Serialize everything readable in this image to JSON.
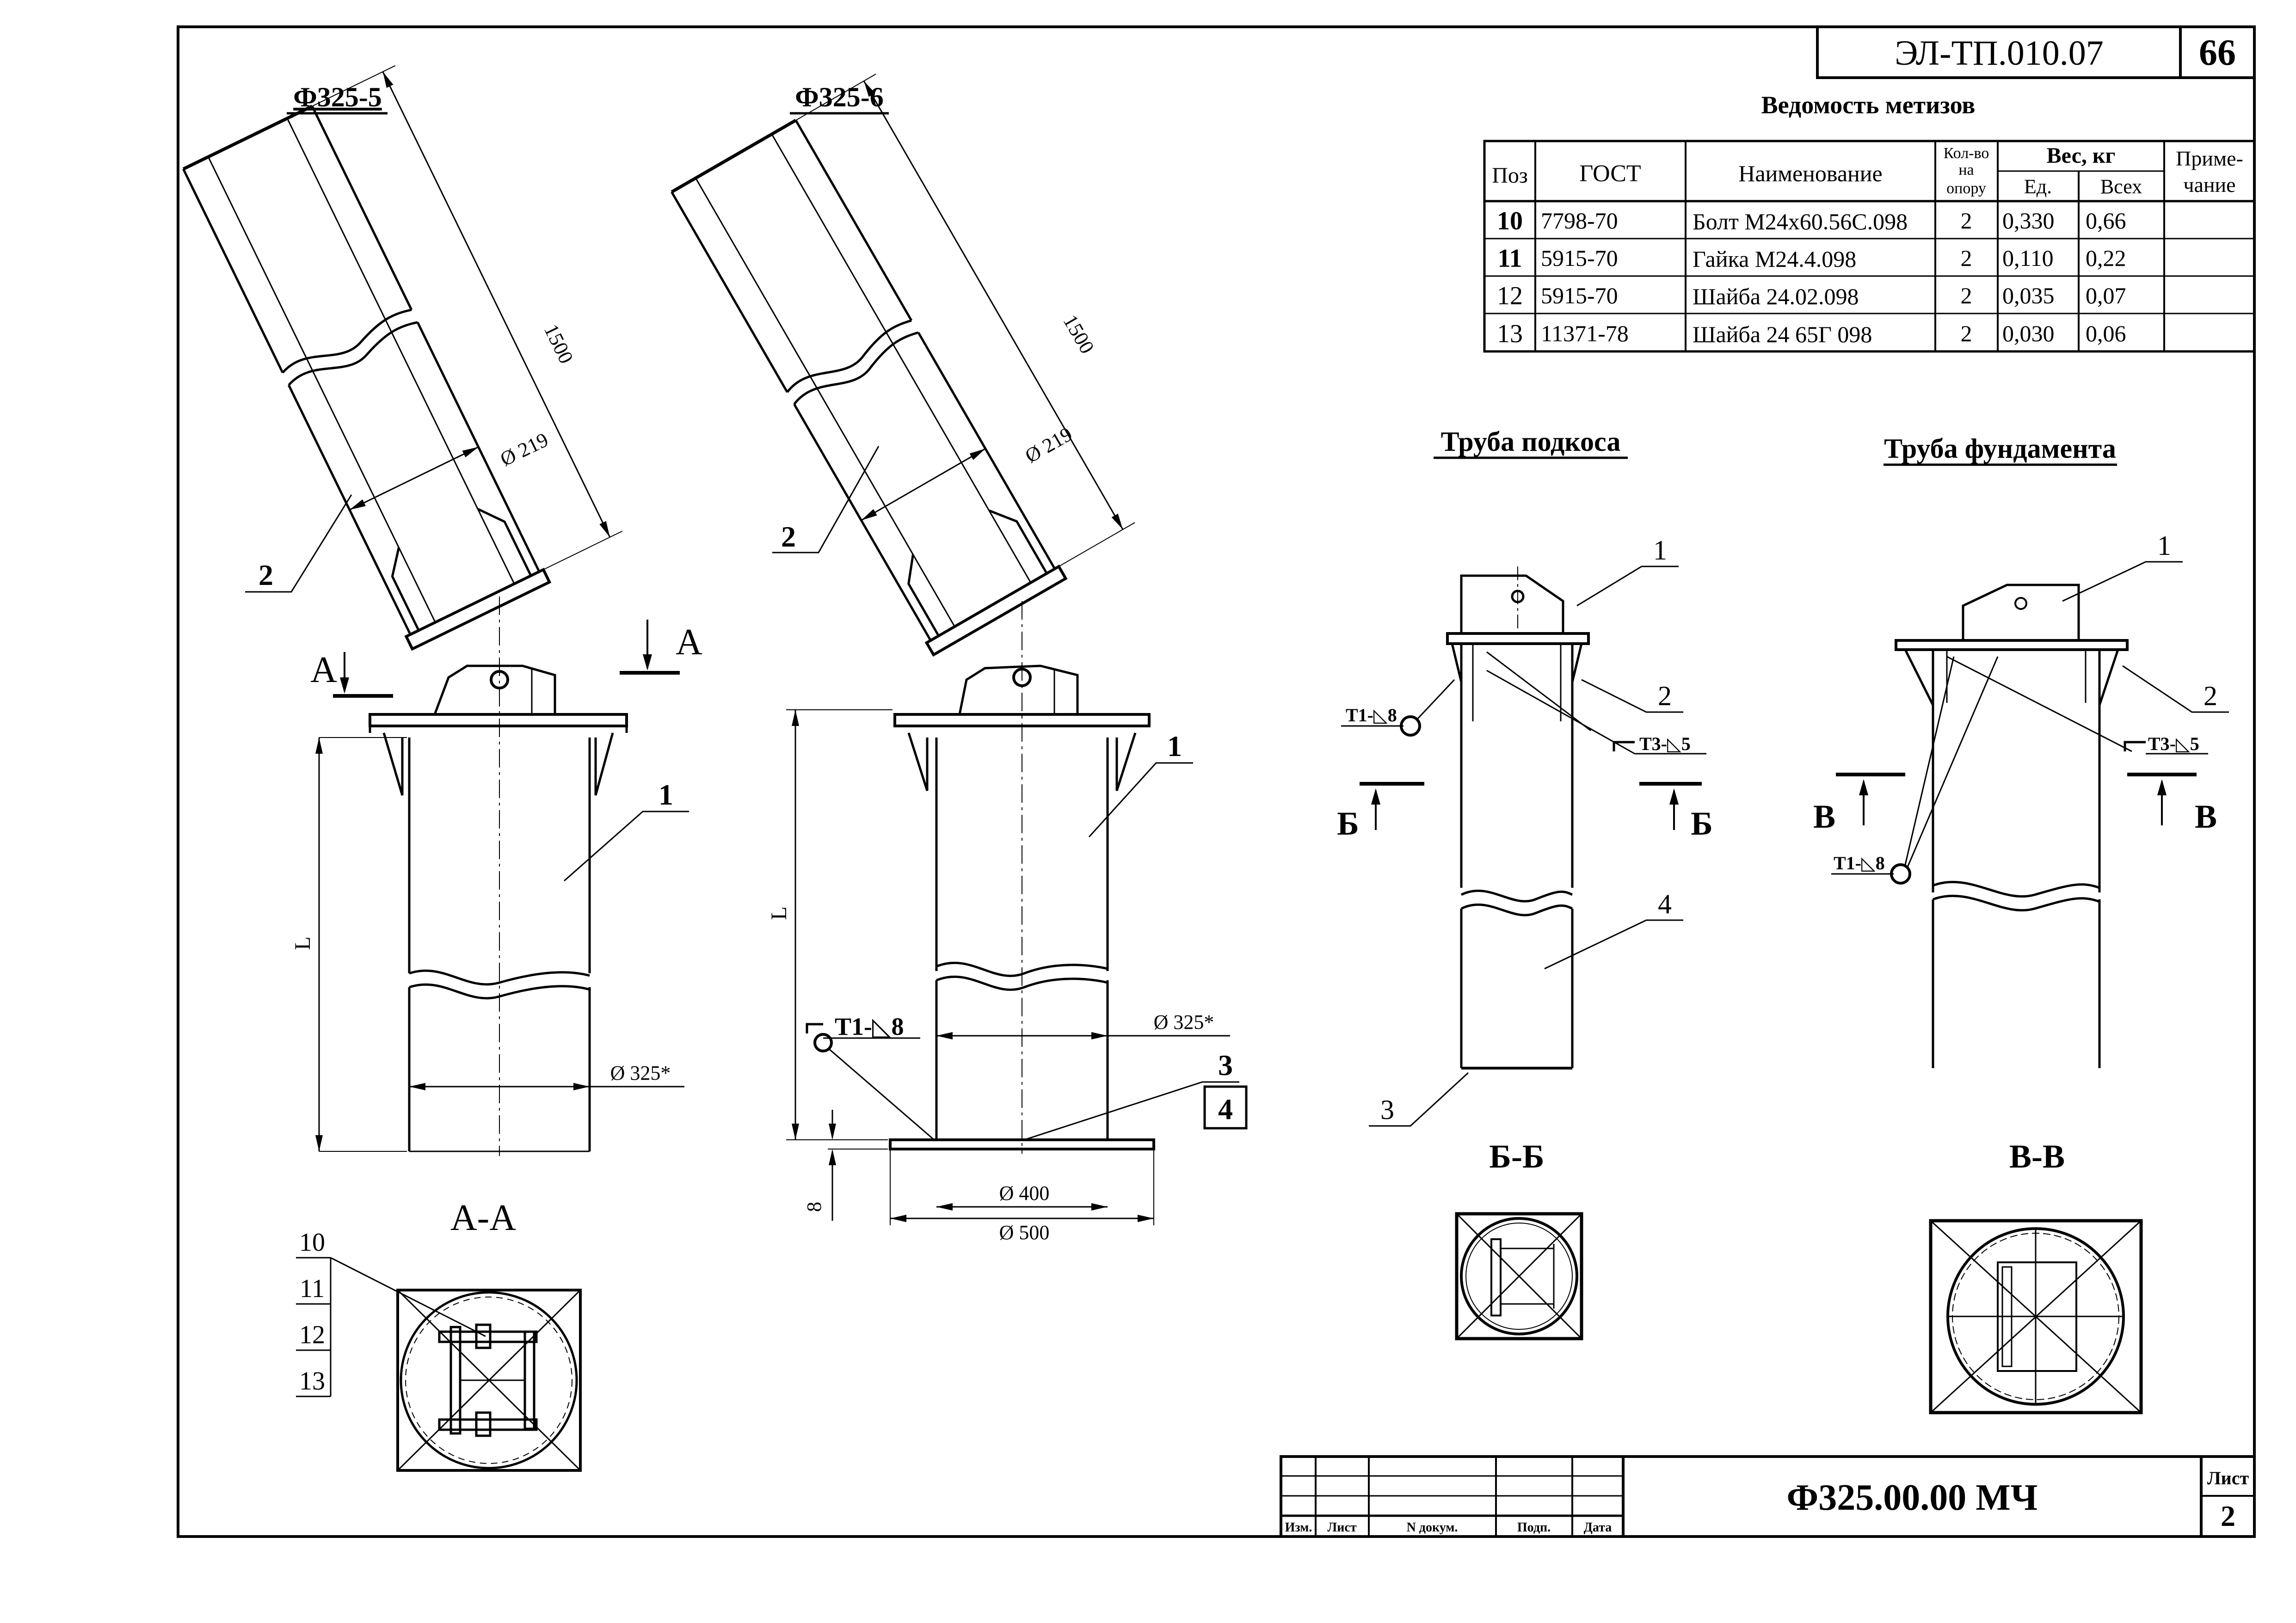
{
  "stamp": {
    "doc_code": "ЭЛ-ТП.010.07",
    "page_number": "66"
  },
  "views": {
    "v5_title": "Ф325-5",
    "v6_title": "Ф325-6",
    "brace_title": "Труба подкоса",
    "found_title": "Труба фундамента",
    "section_aa": "А-А",
    "section_bb": "Б-Б",
    "section_vv": "В-В"
  },
  "labels": {
    "sec_a": "А",
    "sec_b": "Б",
    "sec_v": "В",
    "n1": "1",
    "n2": "2",
    "n3": "3",
    "n4": "4",
    "n10": "10",
    "n11": "11",
    "n12": "12",
    "n13": "13"
  },
  "dims": {
    "len_1500": "1500",
    "dia_219": "Ø 219",
    "dia_325": "Ø 325*",
    "dia_400": "Ø 400",
    "dia_500": "Ø 500",
    "len_L": "L",
    "thick_8": "8"
  },
  "welds": {
    "t1": "Т1-◺8",
    "t3": "Т3-◺5"
  },
  "bom": {
    "title": "Ведомость метизов",
    "headers": {
      "pos": "Поз",
      "gost": "ГОСТ",
      "name": "Наименование",
      "qty": [
        "Кол-во",
        "на",
        "опору"
      ],
      "weight": "Вес, кг",
      "unit": "Ед.",
      "total": "Всех",
      "note": [
        "Приме-",
        "чание"
      ]
    },
    "rows": [
      {
        "pos": "10",
        "gost": "7798-70",
        "name": "Болт М24х60.56С.098",
        "qty": "2",
        "unit": "0,330",
        "total": "0,66"
      },
      {
        "pos": "11",
        "gost": "5915-70",
        "name": "Гайка М24.4.098",
        "qty": "2",
        "unit": "0,110",
        "total": "0,22"
      },
      {
        "pos": "12",
        "gost": "5915-70",
        "name": "Шайба 24.02.098",
        "qty": "2",
        "unit": "0,035",
        "total": "0,07"
      },
      {
        "pos": "13",
        "gost": "11371-78",
        "name": "Шайба 24 65Г 098",
        "qty": "2",
        "unit": "0,030",
        "total": "0,06"
      }
    ]
  },
  "title_block": {
    "designation": "Ф325.00.00 МЧ",
    "col_labels": [
      "Изм.",
      "Лист",
      "N докум.",
      "Подп.",
      "Дата"
    ],
    "sheet_label": "Лист",
    "sheet_number": "2"
  }
}
